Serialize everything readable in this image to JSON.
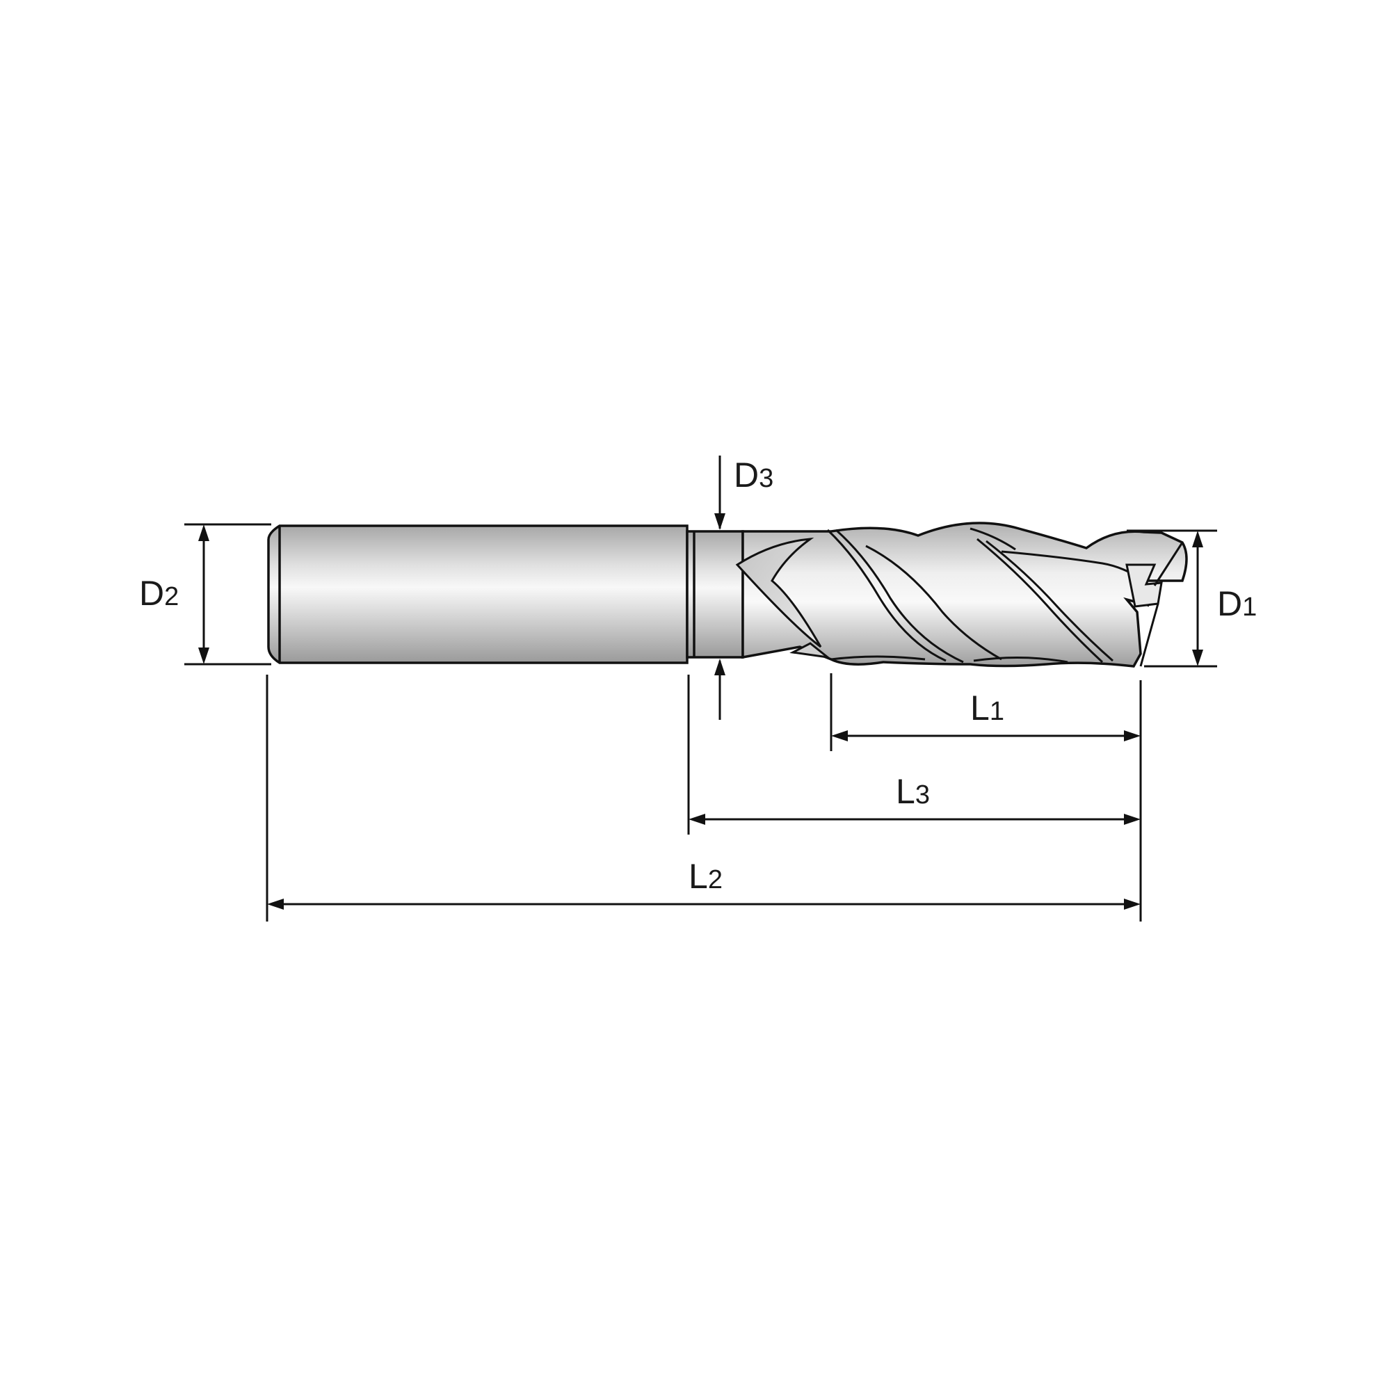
{
  "diagram": {
    "subject": "end-mill-tool-drawing",
    "colors": {
      "line": "#111111",
      "shade_dark": "#a9a9a9",
      "shade_light": "#f7f7f7",
      "background": "#ffffff"
    },
    "labels": {
      "d1": {
        "main": "D",
        "sub": "1"
      },
      "d2": {
        "main": "D",
        "sub": "2"
      },
      "d3": {
        "main": "D",
        "sub": "3"
      },
      "l1": {
        "main": "L",
        "sub": "1"
      },
      "l2": {
        "main": "L",
        "sub": "2"
      },
      "l3": {
        "main": "L",
        "sub": "3"
      }
    }
  }
}
